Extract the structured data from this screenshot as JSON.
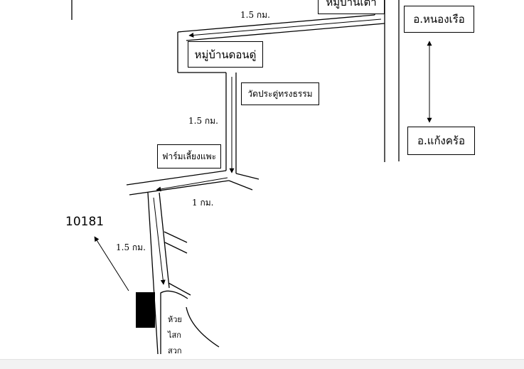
{
  "places": {
    "village_top": "หมู่บ้านเต่า",
    "nong_ruea": "อ.หนองเรือ",
    "kaeng_khro": "อ.แก้งคร้อ",
    "don_du": "หมู่บ้านดอนดู่",
    "wat": "วัดประดู่ทรงธรรม",
    "farm": "ฟาร์มเลี้ยงแพะ"
  },
  "distances": {
    "d1": "1.5 กม.",
    "d2": "1.5 กม.",
    "d3": "1 กม.",
    "d4": "1.5 กม."
  },
  "creek": {
    "line1": "ห้วย",
    "line2": "ไสก",
    "line3": "สวก"
  },
  "destination_code": "10181",
  "colors": {
    "road": "#000000",
    "marker": "#000000",
    "background": "#ffffff"
  }
}
